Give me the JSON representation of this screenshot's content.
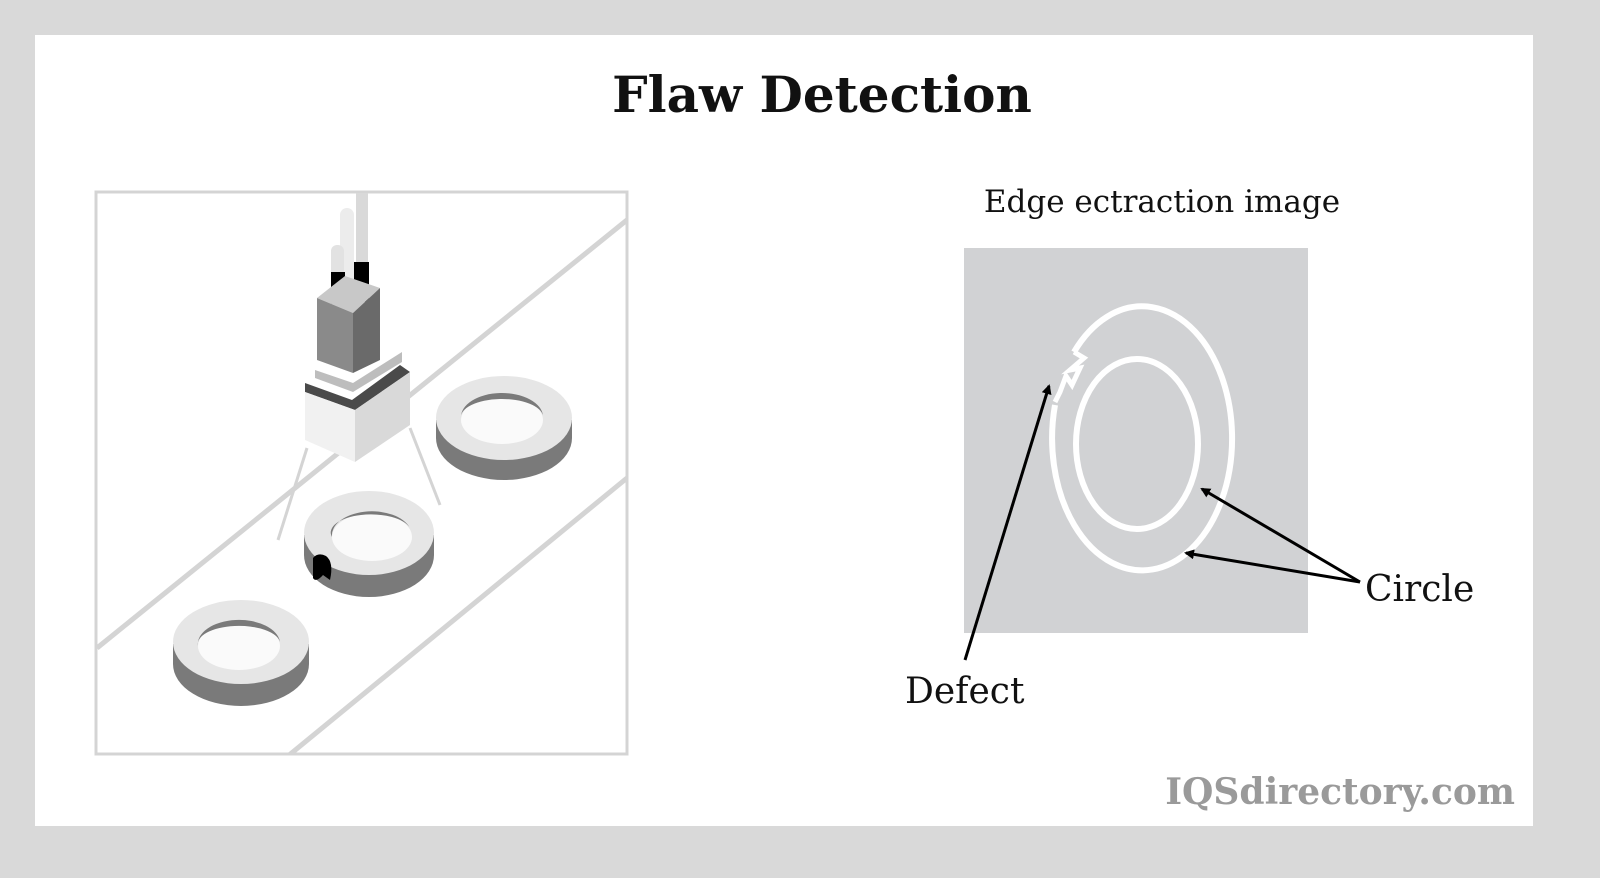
{
  "title": "Flaw Detection",
  "right_panel": {
    "caption": "Edge ectraction image",
    "labels": {
      "defect": "Defect",
      "circle": "Circle"
    }
  },
  "watermark": "IQSdirectory.com",
  "colors": {
    "frame": "#d9d9d9",
    "panel": "#ffffff",
    "image_bg": "#d1d2d4",
    "ring_top": "#e6e6e6",
    "ring_side": "#7a7a7a",
    "logo": "#9a9a9a"
  }
}
